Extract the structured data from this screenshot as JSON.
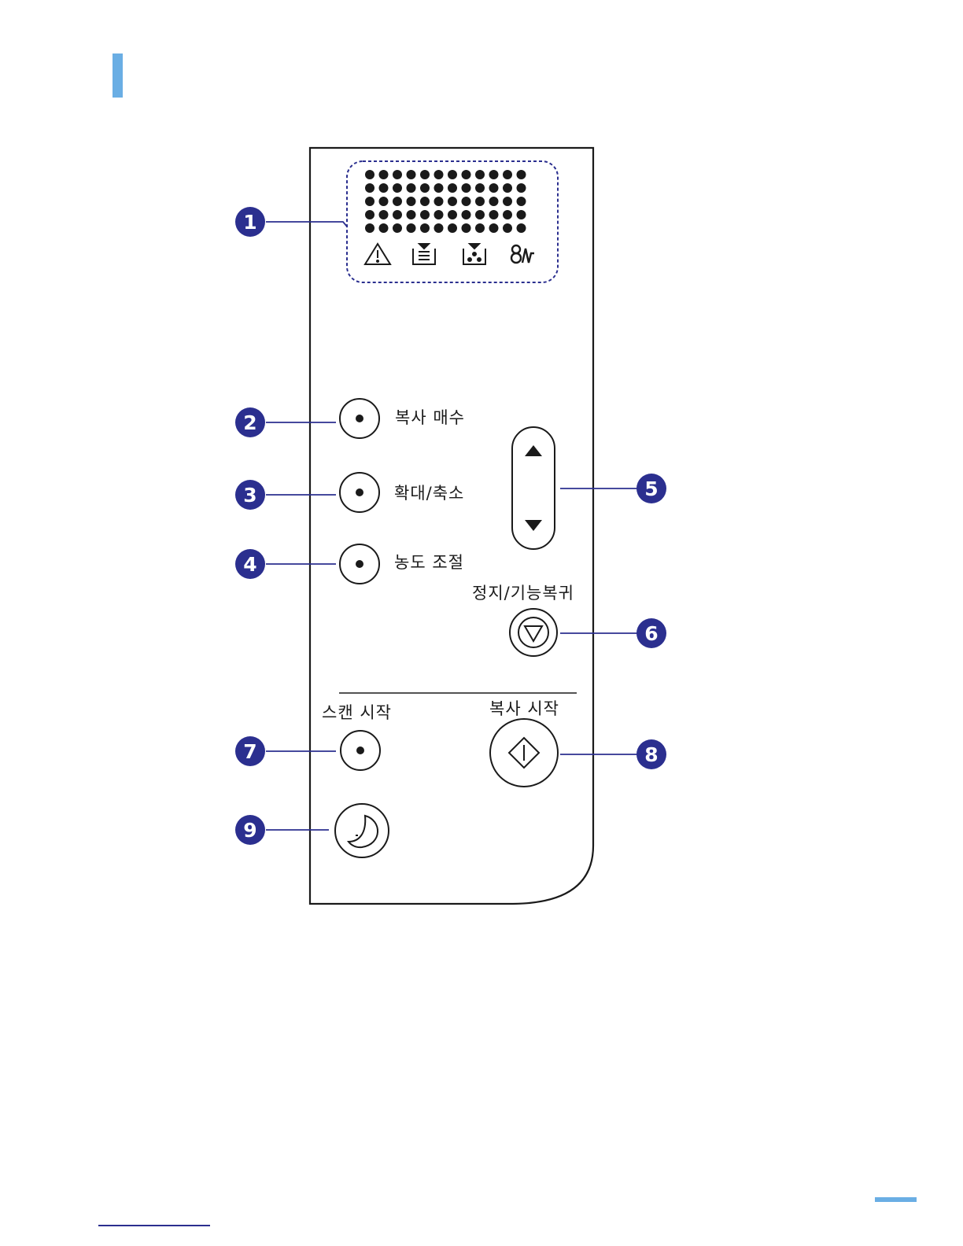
{
  "colors": {
    "accent": "#6aaee4",
    "callout_fill": "#2b2f8f",
    "callout_text": "#ffffff",
    "lines": "#1a1a1a",
    "leader": "#2b2f8f",
    "display_border": "#2b2f8f"
  },
  "display": {
    "dot_rows": 5,
    "dot_cols": 12,
    "status_icons": [
      "warning-icon",
      "paper-jam-icon",
      "toner-icon",
      "wireless-signal-icon"
    ]
  },
  "buttons": {
    "copies": "복사 매수",
    "enlarge_reduce": "확대/축소",
    "darkness": "농도 조절",
    "stop_clear": "정지/기능복귀",
    "scan_start": "스캔 시작",
    "copy_start": "복사 시작"
  },
  "callouts": [
    "1",
    "2",
    "3",
    "4",
    "5",
    "6",
    "7",
    "8",
    "9"
  ],
  "icons": {
    "up": "arrow-up-icon",
    "down": "arrow-down-icon",
    "stop": "stop-icon",
    "start": "start-icon",
    "power_save": "moon-icon"
  }
}
